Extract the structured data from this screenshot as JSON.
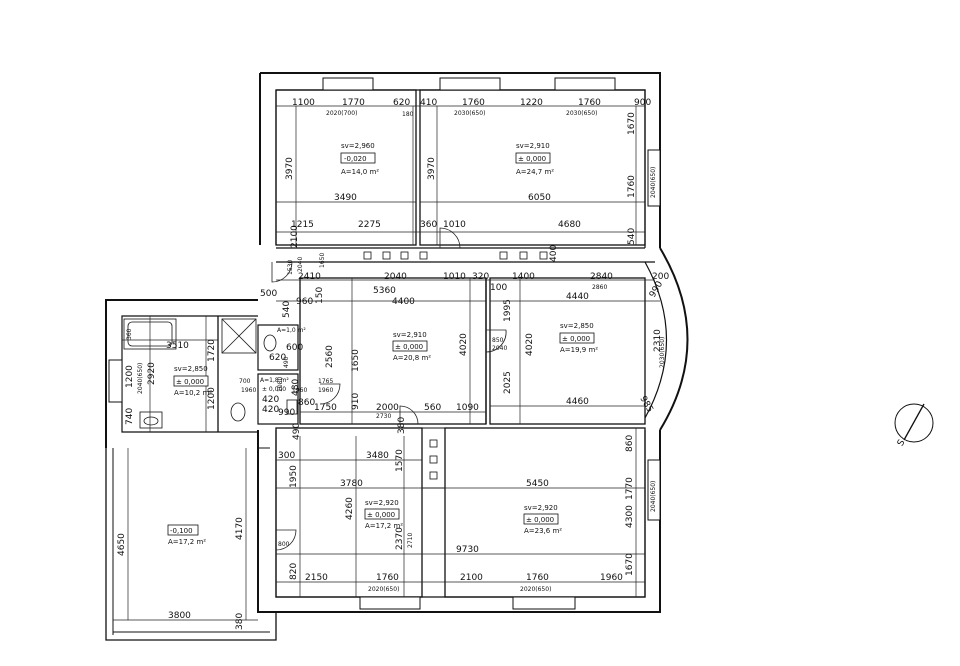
{
  "rooms": [
    {
      "sv": "sv=2,960",
      "level": "-0,020",
      "area": "A=14,0 m²"
    },
    {
      "sv": "sv=2,910",
      "level": "± 0,000",
      "area": "A=24,7 m²"
    },
    {
      "sv": "sv=2,910",
      "level": "± 0,000",
      "area": "A=20,8 m²"
    },
    {
      "sv": "sv=2,850",
      "level": "± 0,000",
      "area": "A=19,9 m²"
    },
    {
      "sv": "sv=2,850",
      "level": "± 0,000",
      "area": "A=10,2 m²"
    },
    {
      "sv": "sv=2,920",
      "level": "± 0,000",
      "area": "A=17,2 m²"
    },
    {
      "sv": "sv=2,920",
      "level": "± 0,000",
      "area": "A=23,6 m²"
    },
    {
      "sv": "",
      "level": "-0,100",
      "area": "A=17,2 m²"
    }
  ],
  "small_labels": [
    "A=1,0 m²",
    "A=1,8 m²",
    "± 0,000"
  ],
  "dims": {
    "top_row": [
      "1100",
      "1770",
      "620",
      "410",
      "1760",
      "1220",
      "1760",
      "900"
    ],
    "top_windows": [
      "2020(700)",
      "2030(650)",
      "2030(650)"
    ],
    "r1": [
      "3970",
      "3490",
      "1215",
      "2275",
      "180"
    ],
    "r2": [
      "3970",
      "6050",
      "1670",
      "1760",
      "360",
      "1010",
      "4680",
      "540"
    ],
    "right_windows": [
      "2040(650)",
      "2030(650)",
      "2040(650)"
    ],
    "corridor": [
      "2100",
      "2410",
      "2040",
      "1010",
      "320",
      "1400",
      "400",
      "2840",
      "2860",
      "5360",
      "4400",
      "4440",
      "960",
      "500",
      "540",
      "150",
      "1650",
      "1530"
    ],
    "r3": [
      "2560",
      "1650",
      "4020",
      "910",
      "2000",
      "560",
      "1090",
      "2730",
      "1750",
      "850",
      "2040"
    ],
    "r4": [
      "1995",
      "4020",
      "2025",
      "4460",
      "2310",
      "990",
      "985",
      "200",
      "100"
    ],
    "bath": [
      "3510",
      "1720",
      "1200",
      "2920",
      "1200",
      "740",
      "2040(650)",
      "360"
    ],
    "wc": [
      "700",
      "420",
      "420",
      "1960",
      "490",
      "1960",
      "1765",
      "1080",
      "1960",
      "2040",
      "860",
      "480",
      "600",
      "990",
      "620"
    ],
    "r6": [
      "3480",
      "3780",
      "1950",
      "4260",
      "1570",
      "2370",
      "2710",
      "2150",
      "1760",
      "820",
      "800",
      "300",
      "490",
      "380",
      "2020(650)"
    ],
    "r7": [
      "5450",
      "4300",
      "1770",
      "860",
      "1670",
      "9730",
      "2100",
      "1760",
      "1960",
      "2020(650)"
    ],
    "r8": [
      "4650",
      "4170",
      "3800",
      "380"
    ]
  },
  "north_label": "S"
}
